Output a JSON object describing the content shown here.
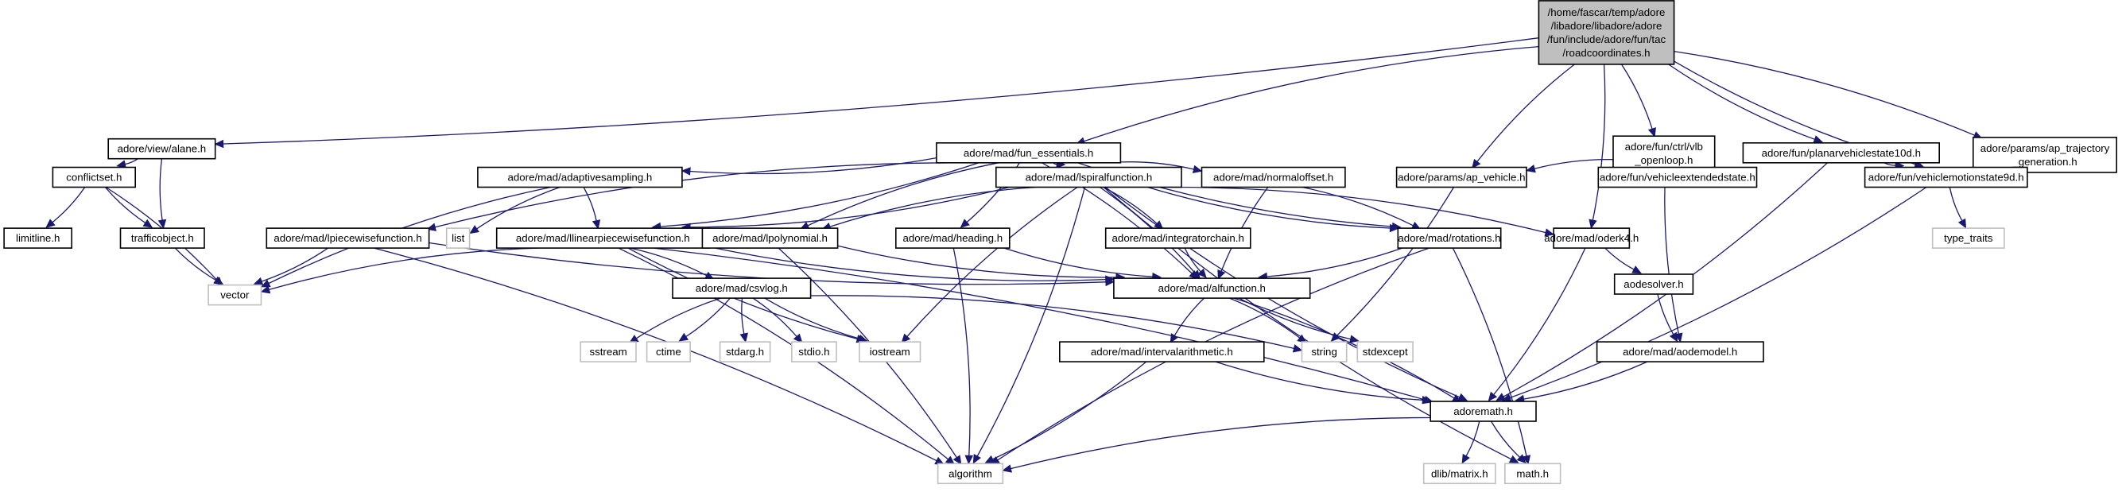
{
  "title": "Include dependency graph for roadcoordinates.h",
  "nodes": [
    {
      "id": "root",
      "label": [
        "/home/fascar/temp/adore",
        "/libadore/libadore/adore",
        "/fun/include/adore/fun/tac",
        "/roadcoordinates.h"
      ],
      "kind": "root"
    },
    {
      "id": "alane",
      "label": [
        "adore/view/alane.h"
      ],
      "kind": "internal"
    },
    {
      "id": "fun_essentials",
      "label": [
        "adore/mad/fun_essentials.h"
      ],
      "kind": "internal"
    },
    {
      "id": "vlb_openloop",
      "label": [
        "adore/fun/ctrl/vlb",
        "_openloop.h"
      ],
      "kind": "internal"
    },
    {
      "id": "planarvehiclestate10d",
      "label": [
        "adore/fun/planarvehiclestate10d.h"
      ],
      "kind": "internal"
    },
    {
      "id": "ap_trajectory_generation",
      "label": [
        "adore/params/ap_trajectory",
        "_generation.h"
      ],
      "kind": "internal"
    },
    {
      "id": "conflictset",
      "label": [
        "conflictset.h"
      ],
      "kind": "internal"
    },
    {
      "id": "adaptivesampling",
      "label": [
        "adore/mad/adaptivesampling.h"
      ],
      "kind": "internal"
    },
    {
      "id": "lspiralfunction",
      "label": [
        "adore/mad/lspiralfunction.h"
      ],
      "kind": "internal"
    },
    {
      "id": "normaloffset",
      "label": [
        "adore/mad/normaloffset.h"
      ],
      "kind": "internal"
    },
    {
      "id": "ap_vehicle",
      "label": [
        "adore/params/ap_vehicle.h"
      ],
      "kind": "internal"
    },
    {
      "id": "vehicleextendedstate",
      "label": [
        "adore/fun/vehicleextendedstate.h"
      ],
      "kind": "internal"
    },
    {
      "id": "vehiclemotionstate9d",
      "label": [
        "adore/fun/vehiclemotionstate9d.h"
      ],
      "kind": "internal"
    },
    {
      "id": "limitline",
      "label": [
        "limitline.h"
      ],
      "kind": "internal"
    },
    {
      "id": "trafficobject",
      "label": [
        "trafficobject.h"
      ],
      "kind": "internal"
    },
    {
      "id": "lpiecewisefunction",
      "label": [
        "adore/mad/lpiecewisefunction.h"
      ],
      "kind": "internal"
    },
    {
      "id": "list",
      "label": [
        "list"
      ],
      "kind": "external"
    },
    {
      "id": "llinearpiecewisefunction",
      "label": [
        "adore/mad/llinearpiecewisefunction.h"
      ],
      "kind": "internal"
    },
    {
      "id": "lpolynomial",
      "label": [
        "adore/mad/lpolynomial.h"
      ],
      "kind": "internal"
    },
    {
      "id": "heading",
      "label": [
        "adore/mad/heading.h"
      ],
      "kind": "internal"
    },
    {
      "id": "integratorchain",
      "label": [
        "adore/mad/integratorchain.h"
      ],
      "kind": "internal"
    },
    {
      "id": "rotations",
      "label": [
        "adore/mad/rotations.h"
      ],
      "kind": "internal"
    },
    {
      "id": "oderk4",
      "label": [
        "adore/mad/oderk4.h"
      ],
      "kind": "internal"
    },
    {
      "id": "type_traits",
      "label": [
        "type_traits"
      ],
      "kind": "external"
    },
    {
      "id": "vector",
      "label": [
        "vector"
      ],
      "kind": "external"
    },
    {
      "id": "csvlog",
      "label": [
        "adore/mad/csvlog.h"
      ],
      "kind": "internal"
    },
    {
      "id": "alfunction",
      "label": [
        "adore/mad/alfunction.h"
      ],
      "kind": "internal"
    },
    {
      "id": "aodesolver",
      "label": [
        "aodesolver.h"
      ],
      "kind": "internal"
    },
    {
      "id": "sstream",
      "label": [
        "sstream"
      ],
      "kind": "external"
    },
    {
      "id": "ctime",
      "label": [
        "ctime"
      ],
      "kind": "external"
    },
    {
      "id": "stdarg",
      "label": [
        "stdarg.h"
      ],
      "kind": "external"
    },
    {
      "id": "stdio",
      "label": [
        "stdio.h"
      ],
      "kind": "external"
    },
    {
      "id": "iostream",
      "label": [
        "iostream"
      ],
      "kind": "external"
    },
    {
      "id": "intervalarithmetic",
      "label": [
        "adore/mad/intervalarithmetic.h"
      ],
      "kind": "internal"
    },
    {
      "id": "string",
      "label": [
        "string"
      ],
      "kind": "external"
    },
    {
      "id": "stdexcept",
      "label": [
        "stdexcept"
      ],
      "kind": "external"
    },
    {
      "id": "aodemodel",
      "label": [
        "adore/mad/aodemodel.h"
      ],
      "kind": "internal"
    },
    {
      "id": "adoremath",
      "label": [
        "adoremath.h"
      ],
      "kind": "internal"
    },
    {
      "id": "algorithm",
      "label": [
        "algorithm"
      ],
      "kind": "external"
    },
    {
      "id": "dlib_matrix",
      "label": [
        "dlib/matrix.h"
      ],
      "kind": "external"
    },
    {
      "id": "math",
      "label": [
        "math.h"
      ],
      "kind": "external"
    }
  ],
  "edges": [
    [
      "root",
      "alane"
    ],
    [
      "root",
      "fun_essentials"
    ],
    [
      "root",
      "vlb_openloop"
    ],
    [
      "root",
      "planarvehiclestate10d"
    ],
    [
      "root",
      "ap_trajectory_generation"
    ],
    [
      "root",
      "ap_vehicle"
    ],
    [
      "root",
      "oderk4"
    ],
    [
      "root",
      "vehiclemotionstate9d"
    ],
    [
      "alane",
      "conflictset"
    ],
    [
      "alane",
      "trafficobject"
    ],
    [
      "conflictset",
      "limitline"
    ],
    [
      "conflictset",
      "trafficobject"
    ],
    [
      "conflictset",
      "vector"
    ],
    [
      "trafficobject",
      "vector"
    ],
    [
      "fun_essentials",
      "adaptivesampling"
    ],
    [
      "fun_essentials",
      "lspiralfunction"
    ],
    [
      "fun_essentials",
      "normaloffset"
    ],
    [
      "fun_essentials",
      "lpiecewisefunction"
    ],
    [
      "fun_essentials",
      "llinearpiecewisefunction"
    ],
    [
      "fun_essentials",
      "lpolynomial"
    ],
    [
      "fun_essentials",
      "heading"
    ],
    [
      "fun_essentials",
      "rotations"
    ],
    [
      "fun_essentials",
      "alfunction"
    ],
    [
      "adaptivesampling",
      "list"
    ],
    [
      "adaptivesampling",
      "llinearpiecewisefunction"
    ],
    [
      "adaptivesampling",
      "vector"
    ],
    [
      "lspiralfunction",
      "llinearpiecewisefunction"
    ],
    [
      "lspiralfunction",
      "lpolynomial"
    ],
    [
      "lspiralfunction",
      "integratorchain"
    ],
    [
      "lspiralfunction",
      "rotations"
    ],
    [
      "lspiralfunction",
      "alfunction"
    ],
    [
      "lspiralfunction",
      "iostream"
    ],
    [
      "lspiralfunction",
      "algorithm"
    ],
    [
      "lspiralfunction",
      "adoremath"
    ],
    [
      "lspiralfunction",
      "oderk4"
    ],
    [
      "lspiralfunction",
      "math"
    ],
    [
      "normaloffset",
      "rotations"
    ],
    [
      "normaloffset",
      "alfunction"
    ],
    [
      "lpiecewisefunction",
      "vector"
    ],
    [
      "lpiecewisefunction",
      "alfunction"
    ],
    [
      "lpiecewisefunction",
      "algorithm"
    ],
    [
      "llinearpiecewisefunction",
      "vector"
    ],
    [
      "llinearpiecewisefunction",
      "csvlog"
    ],
    [
      "llinearpiecewisefunction",
      "alfunction"
    ],
    [
      "llinearpiecewisefunction",
      "algorithm"
    ],
    [
      "llinearpiecewisefunction",
      "iostream"
    ],
    [
      "llinearpiecewisefunction",
      "adoremath"
    ],
    [
      "lpolynomial",
      "alfunction"
    ],
    [
      "lpolynomial",
      "algorithm"
    ],
    [
      "heading",
      "alfunction"
    ],
    [
      "heading",
      "algorithm"
    ],
    [
      "integratorchain",
      "alfunction"
    ],
    [
      "rotations",
      "alfunction"
    ],
    [
      "rotations",
      "algorithm"
    ],
    [
      "rotations",
      "math"
    ],
    [
      "csvlog",
      "sstream"
    ],
    [
      "csvlog",
      "ctime"
    ],
    [
      "csvlog",
      "stdarg"
    ],
    [
      "csvlog",
      "stdio"
    ],
    [
      "csvlog",
      "iostream"
    ],
    [
      "csvlog",
      "string"
    ],
    [
      "alfunction",
      "intervalarithmetic"
    ],
    [
      "alfunction",
      "string"
    ],
    [
      "alfunction",
      "stdexcept"
    ],
    [
      "alfunction",
      "adoremath"
    ],
    [
      "intervalarithmetic",
      "adoremath"
    ],
    [
      "intervalarithmetic",
      "algorithm"
    ],
    [
      "vlb_openloop",
      "ap_vehicle"
    ],
    [
      "vlb_openloop",
      "vehicleextendedstate"
    ],
    [
      "vlb_openloop",
      "aodemodel"
    ],
    [
      "ap_vehicle",
      "string"
    ],
    [
      "planarvehiclestate10d",
      "vehiclemotionstate9d"
    ],
    [
      "planarvehiclestate10d",
      "adoremath"
    ],
    [
      "vehiclemotionstate9d",
      "type_traits"
    ],
    [
      "vehiclemotionstate9d",
      "adoremath"
    ],
    [
      "oderk4",
      "aodesolver"
    ],
    [
      "oderk4",
      "adoremath"
    ],
    [
      "aodesolver",
      "aodemodel"
    ],
    [
      "aodemodel",
      "adoremath"
    ],
    [
      "adoremath",
      "algorithm"
    ],
    [
      "adoremath",
      "dlib_matrix"
    ],
    [
      "adoremath",
      "math"
    ]
  ]
}
